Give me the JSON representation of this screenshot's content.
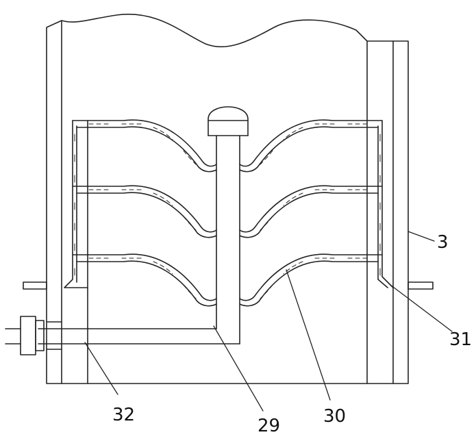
{
  "labels": {
    "part_3": "3",
    "part_29": "29",
    "part_30": "30",
    "part_31": "31",
    "part_32": "32"
  },
  "colors": {
    "line": "#222222",
    "background": "#ffffff"
  }
}
